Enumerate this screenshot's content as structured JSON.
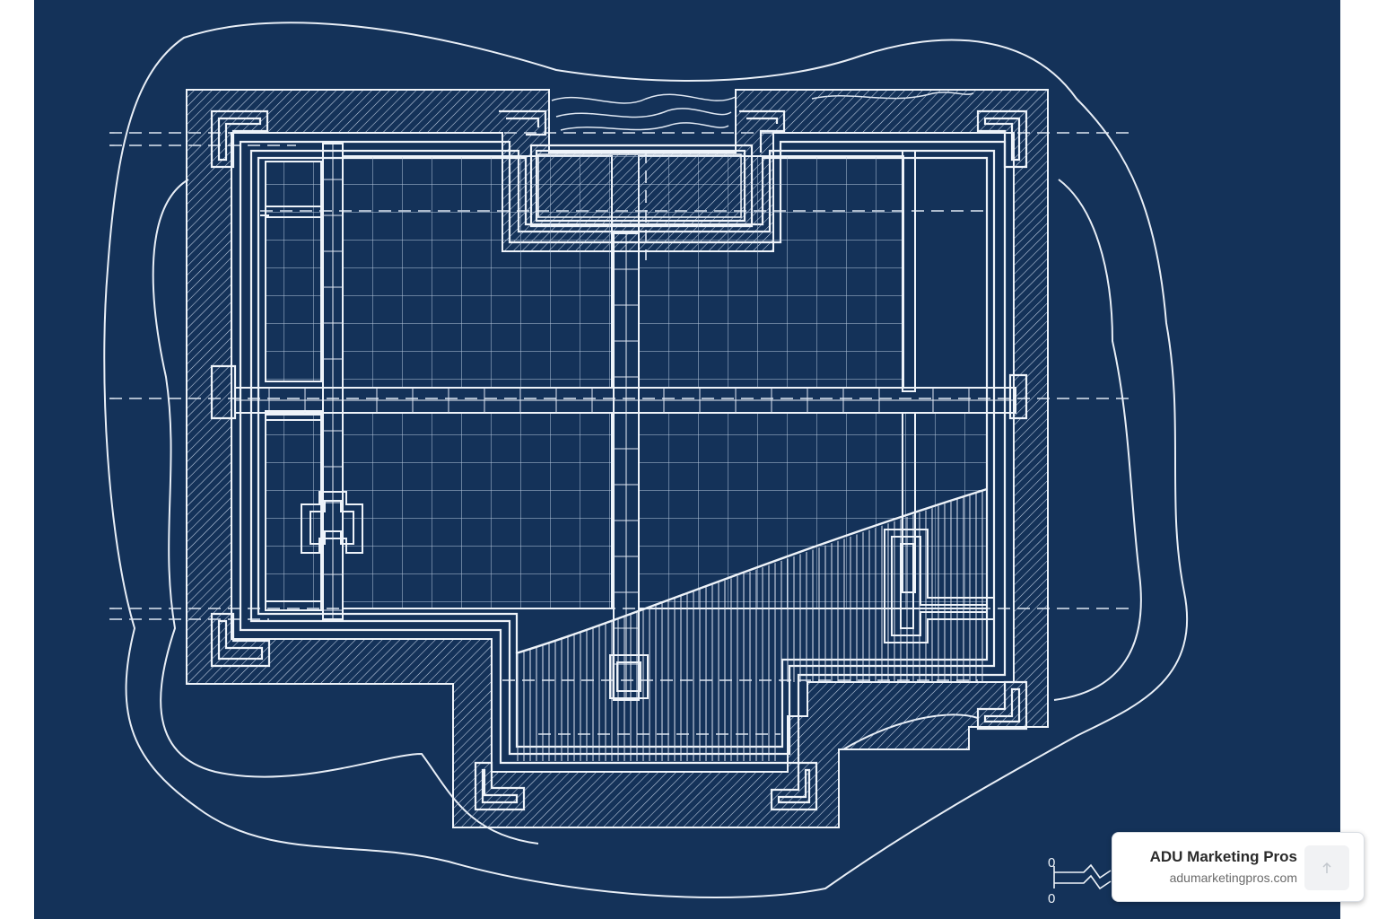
{
  "scale_bar": {
    "top_label": "0",
    "bottom_label": "0"
  },
  "brand": {
    "name": "ADU Marketing Pros",
    "url": "adumarketingpros.com",
    "logo_icon": "upload-arrow-icon"
  },
  "colors": {
    "page": "#ffffff",
    "blueprint": "#143259",
    "line": "#e8eef6"
  }
}
